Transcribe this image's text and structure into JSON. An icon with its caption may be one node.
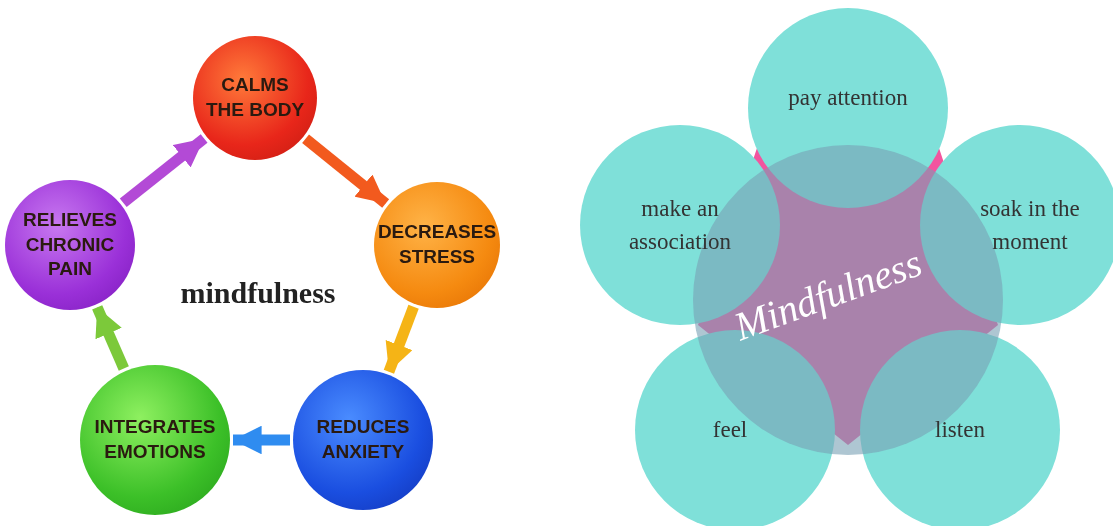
{
  "diagram": {
    "nodes": [
      {
        "text": [
          "CALMS THE BODY"
        ]
      },
      {
        "text": [
          "DECREASES STRESS"
        ]
      },
      {
        "text": [
          "REDUCES ANXIETY"
        ]
      },
      {
        "text": [
          "INTEGRATES EMOTIONS"
        ]
      },
      {
        "text": [
          "RELIEVES CHRONIC PAIN"
        ]
      },
      {
        "text": [
          "pay attention"
        ]
      },
      {
        "text": [
          "make an association"
        ]
      },
      {
        "text": [
          "soak in the moment"
        ]
      },
      {
        "text": [
          "Mindfulness"
        ]
      },
      {
        "text": [],
        "shape": "circle"
      },
      {
        "text": [
          "feel"
        ]
      },
      {
        "text": [
          "listen"
        ]
      }
    ],
    "edges": [
      {
        "from": 0,
        "to": 1,
        "arrow": "to",
        "color": "#f25a1e"
      },
      {
        "from": 1,
        "to": 2,
        "arrow": "to",
        "color": "#f5b416"
      },
      {
        "from": 2,
        "to": 3,
        "arrow": "to",
        "color": "#2f8cf0"
      },
      {
        "from": 3,
        "to": 4,
        "arrow": "to",
        "color": "#7cc93a"
      },
      {
        "from": 4,
        "to": 0,
        "arrow": "to",
        "color": "#b34ad6"
      }
    ],
    "labels": [
      "mindfulness"
    ]
  }
}
